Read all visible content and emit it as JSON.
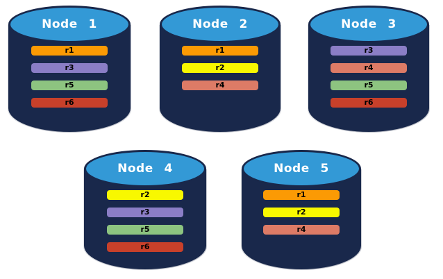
{
  "diagram": {
    "description": "Five database node cylinders showing replica placement",
    "colors": {
      "cylinder_body": "#19284B",
      "cylinder_top": "#3399D6",
      "title_text": "#FFFFFF",
      "bar_text": "#000000",
      "background": "#FFFFFF"
    },
    "replica_colors": {
      "r1": "#FB9A04",
      "r2": "#F8F800",
      "r3": "#8B7EC6",
      "r4": "#DD7B66",
      "r5": "#8DC480",
      "r6": "#C8402A"
    },
    "nodes": [
      {
        "label": "Node 1",
        "replicas": [
          "r1",
          "r3",
          "r5",
          "r6"
        ]
      },
      {
        "label": "Node 2",
        "replicas": [
          "r1",
          "r2",
          "r4"
        ]
      },
      {
        "label": "Node 3",
        "replicas": [
          "r3",
          "r4",
          "r5",
          "r6"
        ]
      },
      {
        "label": "Node 4",
        "replicas": [
          "r2",
          "r3",
          "r5",
          "r6"
        ]
      },
      {
        "label": "Node 5",
        "replicas": [
          "r1",
          "r2",
          "r4"
        ]
      }
    ]
  }
}
